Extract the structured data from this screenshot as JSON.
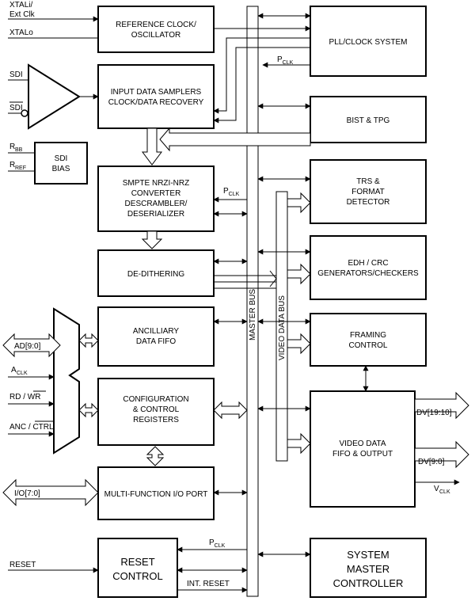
{
  "pins": {
    "xtali_line1": "XTALi/",
    "xtali_line2": "Ext Clk",
    "xtalo": "XTALo",
    "sdi": "SDI",
    "sdi_bar": "SDI",
    "rbb_main": "R",
    "rbb_sub": "BB",
    "rref_main": "R",
    "rref_sub": "REF",
    "ad": "AD[9:0]",
    "aclk_main": "A",
    "aclk_sub": "CLK",
    "rd_wr_prefix": "RD / ",
    "rd_wr_bar": "WR",
    "anc_ctrl_prefix": "ANC / ",
    "anc_ctrl_bar": "CTRL",
    "io": "I/O[7:0]",
    "reset": "RESET",
    "dv_high": "DV[19:10]",
    "dv_low": "DV[9:0]",
    "vclk_main": "V",
    "vclk_sub": "CLK"
  },
  "blocks": {
    "ref_clock": [
      "REFERENCE CLOCK/",
      "OSCILLATOR"
    ],
    "samplers": [
      "INPUT DATA SAMPLERS",
      "CLOCK/DATA RECOVERY"
    ],
    "sdi_bias": [
      "SDI",
      "BIAS"
    ],
    "converter": [
      "SMPTE NRZI-NRZ",
      "CONVERTER",
      "DESCRAMBLER/",
      "DESERIALIZER"
    ],
    "dedither": [
      "DE-DITHERING"
    ],
    "anc_fifo": [
      "ANCILLIARY",
      "DATA FIFO"
    ],
    "config": [
      "CONFIGURATION",
      "& CONTROL",
      "REGISTERS"
    ],
    "mfio": [
      "MULTI-FUNCTION I/O PORT"
    ],
    "reset": [
      "RESET",
      "CONTROL"
    ],
    "pll": [
      "PLL/CLOCK SYSTEM"
    ],
    "bist": [
      "BIST & TPG"
    ],
    "trs": [
      "TRS &",
      "FORMAT",
      "DETECTOR"
    ],
    "edh": [
      "EDH / CRC",
      "GENERATORS/CHECKERS"
    ],
    "framing": [
      "FRAMING",
      "CONTROL"
    ],
    "vfifo": [
      "VIDEO DATA",
      "FIFO & OUTPUT"
    ],
    "system_master": [
      "SYSTEM",
      "MASTER",
      "CONTROLLER"
    ]
  },
  "signals": {
    "pclk_main": "P",
    "pclk_sub": "CLK",
    "int_reset": "INT. RESET"
  },
  "buses": {
    "master": "MASTER BUS",
    "video": "VIDEO DATA BUS"
  }
}
